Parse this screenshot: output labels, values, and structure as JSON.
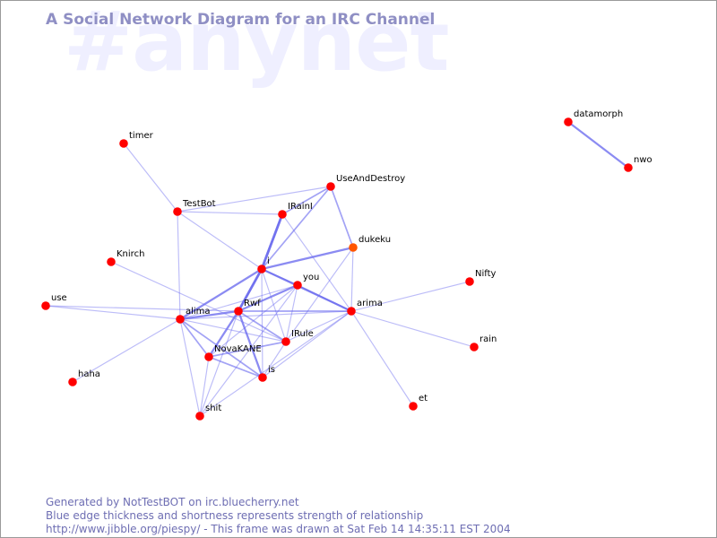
{
  "watermark": "#anynet",
  "title": "A Social Network Diagram for an IRC Channel",
  "colors": {
    "edge": "#6666ee",
    "node": "#ff0000",
    "node_alt": "#ff5500",
    "title": "#8f8fc4"
  },
  "graph": {
    "nodes": [
      {
        "id": "timer"
      },
      {
        "id": "TestBot"
      },
      {
        "id": "Knirch"
      },
      {
        "id": "use"
      },
      {
        "id": "haha"
      },
      {
        "id": "alima"
      },
      {
        "id": "NovaKANE"
      },
      {
        "id": "shit"
      },
      {
        "id": "Rwf"
      },
      {
        "id": "i"
      },
      {
        "id": "IRainI"
      },
      {
        "id": "UseAndDestroy"
      },
      {
        "id": "dukeku"
      },
      {
        "id": "you"
      },
      {
        "id": "IRule"
      },
      {
        "id": "is"
      },
      {
        "id": "arima"
      },
      {
        "id": "Nifty"
      },
      {
        "id": "rain"
      },
      {
        "id": "et"
      },
      {
        "id": "datamorph"
      },
      {
        "id": "nwo"
      }
    ],
    "edges": [
      {
        "a": "datamorph",
        "b": "nwo",
        "strength": 3
      },
      {
        "a": "timer",
        "b": "TestBot",
        "strength": 1
      },
      {
        "a": "TestBot",
        "b": "IRainI",
        "strength": 1
      },
      {
        "a": "TestBot",
        "b": "i",
        "strength": 1
      },
      {
        "a": "TestBot",
        "b": "alima",
        "strength": 1
      },
      {
        "a": "TestBot",
        "b": "UseAndDestroy",
        "strength": 1
      },
      {
        "a": "Knirch",
        "b": "IRule",
        "strength": 1
      },
      {
        "a": "use",
        "b": "alima",
        "strength": 1
      },
      {
        "a": "use",
        "b": "Rwf",
        "strength": 1
      },
      {
        "a": "haha",
        "b": "alima",
        "strength": 1
      },
      {
        "a": "alima",
        "b": "i",
        "strength": 3
      },
      {
        "a": "alima",
        "b": "Rwf",
        "strength": 3
      },
      {
        "a": "alima",
        "b": "NovaKANE",
        "strength": 2
      },
      {
        "a": "alima",
        "b": "is",
        "strength": 2
      },
      {
        "a": "alima",
        "b": "shit",
        "strength": 1
      },
      {
        "a": "alima",
        "b": "IRule",
        "strength": 1
      },
      {
        "a": "alima",
        "b": "you",
        "strength": 1
      },
      {
        "a": "alima",
        "b": "arima",
        "strength": 1
      },
      {
        "a": "Rwf",
        "b": "i",
        "strength": 4
      },
      {
        "a": "Rwf",
        "b": "you",
        "strength": 3
      },
      {
        "a": "Rwf",
        "b": "NovaKANE",
        "strength": 3
      },
      {
        "a": "Rwf",
        "b": "is",
        "strength": 3
      },
      {
        "a": "Rwf",
        "b": "IRule",
        "strength": 2
      },
      {
        "a": "Rwf",
        "b": "arima",
        "strength": 2
      },
      {
        "a": "Rwf",
        "b": "shit",
        "strength": 1
      },
      {
        "a": "i",
        "b": "IRainI",
        "strength": 4
      },
      {
        "a": "i",
        "b": "UseAndDestroy",
        "strength": 2
      },
      {
        "a": "i",
        "b": "dukeku",
        "strength": 3
      },
      {
        "a": "i",
        "b": "you",
        "strength": 2
      },
      {
        "a": "i",
        "b": "arima",
        "strength": 3
      },
      {
        "a": "i",
        "b": "IRule",
        "strength": 1
      },
      {
        "a": "i",
        "b": "is",
        "strength": 1
      },
      {
        "a": "IRainI",
        "b": "UseAndDestroy",
        "strength": 2
      },
      {
        "a": "IRainI",
        "b": "arima",
        "strength": 1
      },
      {
        "a": "UseAndDestroy",
        "b": "dukeku",
        "strength": 2
      },
      {
        "a": "dukeku",
        "b": "arima",
        "strength": 1
      },
      {
        "a": "dukeku",
        "b": "IRule",
        "strength": 1
      },
      {
        "a": "you",
        "b": "arima",
        "strength": 2
      },
      {
        "a": "you",
        "b": "IRule",
        "strength": 1
      },
      {
        "a": "you",
        "b": "NovaKANE",
        "strength": 1
      },
      {
        "a": "you",
        "b": "shit",
        "strength": 1
      },
      {
        "a": "NovaKANE",
        "b": "IRule",
        "strength": 2
      },
      {
        "a": "NovaKANE",
        "b": "is",
        "strength": 2
      },
      {
        "a": "NovaKANE",
        "b": "shit",
        "strength": 1
      },
      {
        "a": "IRule",
        "b": "is",
        "strength": 1
      },
      {
        "a": "IRule",
        "b": "arima",
        "strength": 1
      },
      {
        "a": "is",
        "b": "arima",
        "strength": 1
      },
      {
        "a": "shit",
        "b": "arima",
        "strength": 1
      },
      {
        "a": "arima",
        "b": "Nifty",
        "strength": 1
      },
      {
        "a": "arima",
        "b": "rain",
        "strength": 1
      },
      {
        "a": "arima",
        "b": "et",
        "strength": 1
      }
    ]
  },
  "footer": {
    "line1": "Generated by NotTestBOT on irc.bluecherry.net",
    "line2": "Blue edge thickness and shortness represents strength of relationship",
    "line3": "http://www.jibble.org/piespy/ - This frame was drawn at Sat Feb 14 14:35:11 EST 2004"
  }
}
